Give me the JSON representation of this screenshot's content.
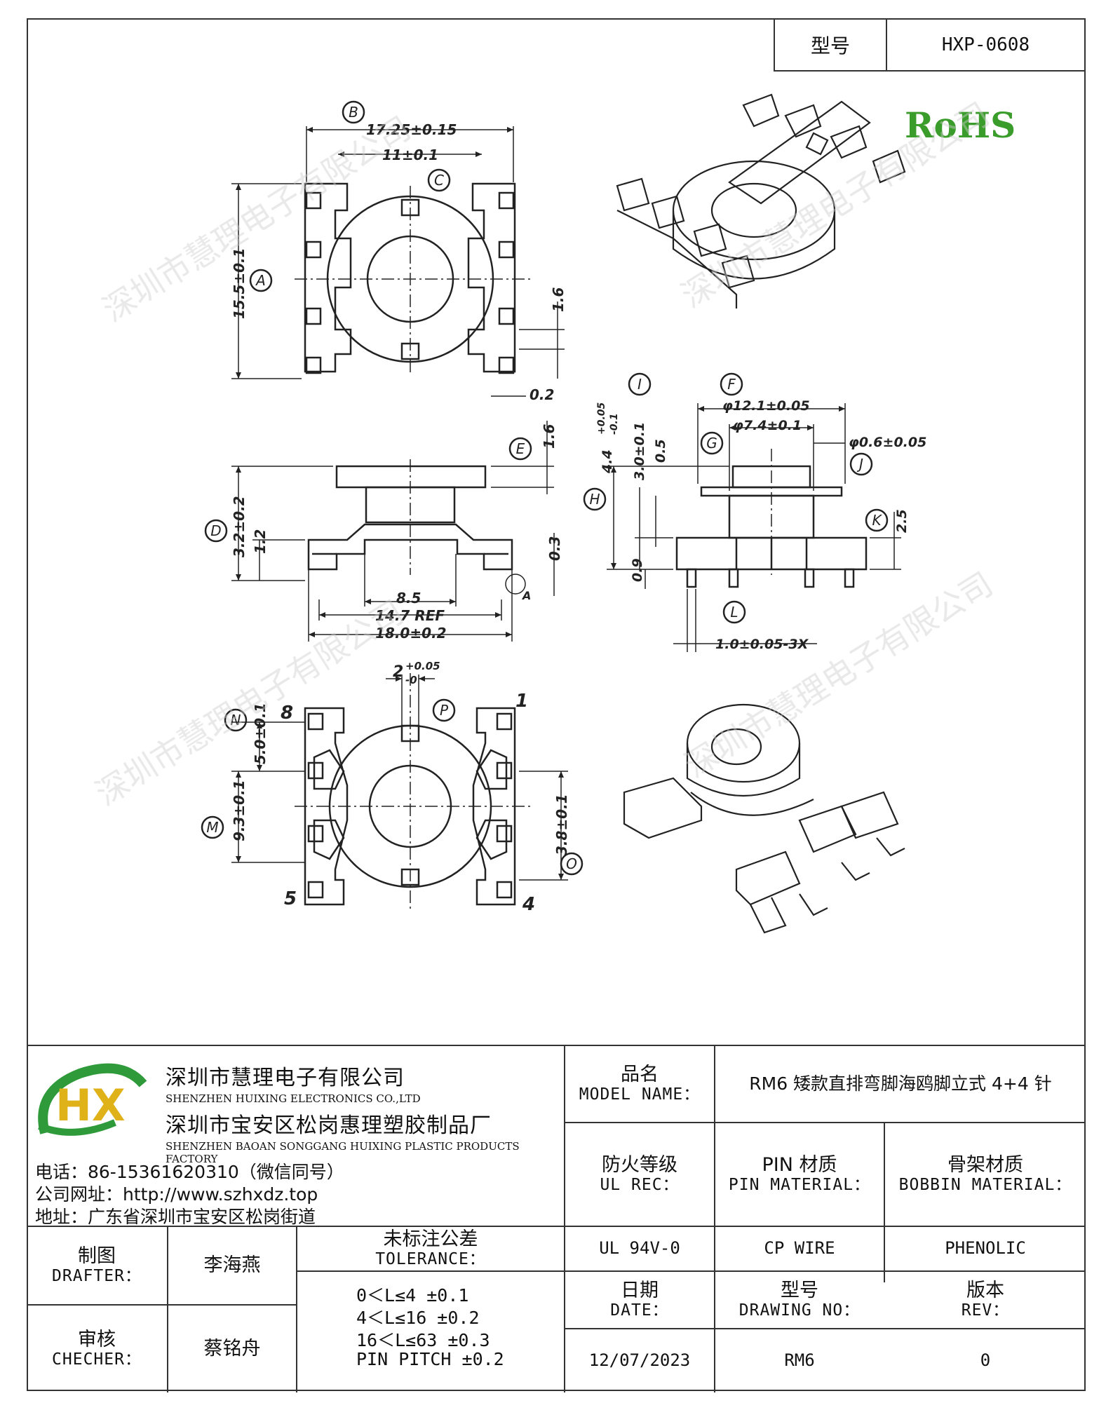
{
  "header": {
    "model_label": "型号",
    "model_value": "HXP-0608"
  },
  "drawing": {
    "rohs": "RoHS",
    "top_view": {
      "dim_B": "17.25±0.15",
      "dim_C": "11±0.1",
      "dim_A": "15.5±0.1",
      "dim_pin_gap": "1.6",
      "dim_pin_off": "0.2",
      "label_A": "A",
      "label_B": "B",
      "label_C": "C"
    },
    "front_view": {
      "dim_E": "1.6",
      "dim_D": "3.2±0.2",
      "dim_12": "1.2",
      "dim_03": "0.3",
      "dim_85": "8.5",
      "dim_ref": "14.7 REF",
      "dim_total": "18.0±0.2",
      "label_D": "D",
      "label_E": "E",
      "detail": "A"
    },
    "side_view": {
      "dim_F": "φ12.1±0.05",
      "dim_G": "φ7.4±0.1",
      "dim_J": "φ0.6±0.05",
      "dim_I_a": "4.4",
      "dim_I_tol_up": "+0.05",
      "dim_I_tol_dn": "-0.1",
      "dim_30": "3.0±0.1",
      "dim_05": "0.5",
      "dim_K": "2.5",
      "dim_09": "0.9",
      "dim_L": "1.0±0.05-3X",
      "label_F": "F",
      "label_G": "G",
      "label_H": "H",
      "label_I": "I",
      "label_J": "J",
      "label_K": "K",
      "label_L": "L"
    },
    "bottom_view": {
      "dim_P": "2",
      "dim_P_tol_up": "+0.05",
      "dim_P_tol_dn": "-0",
      "dim_N": "5.0±0.1",
      "dim_M": "9.3±0.1",
      "dim_O": "3.8±0.1",
      "pin_8": "8",
      "pin_1": "1",
      "pin_5": "5",
      "pin_4": "4",
      "label_M": "M",
      "label_N": "N",
      "label_O": "O",
      "label_P": "P"
    },
    "watermark": "深圳市慧理电子有限公司"
  },
  "title_block": {
    "logo_text": "HX",
    "company_zh": "深圳市慧理电子有限公司",
    "company_en": "SHENZHEN HUIXING ELECTRONICS CO.,LTD",
    "factory_zh": "深圳市宝安区松岗惠理塑胶制品厂",
    "factory_en": "SHENZHEN BAOAN SONGGANG HUIXING PLASTIC PRODUCTS FACTORY",
    "phone": "电话：86-15361620310（微信同号）",
    "website": "公司网址：http://www.szhxdz.top",
    "address": "地址：广东省深圳市宝安区松岗街道",
    "model_name_zh": "品名",
    "model_name_en": "MODEL NAME：",
    "model_name_value": "RM6 矮款直排弯脚海鸥脚立式 4+4 针",
    "ul_zh": "防火等级",
    "ul_en": "UL REC：",
    "pin_mat_zh": "PIN 材质",
    "pin_mat_en": "PIN MATERIAL：",
    "bobbin_mat_zh": "骨架材质",
    "bobbin_mat_en": "BOBBIN MATERIAL：",
    "drafter_zh": "制图",
    "drafter_en": "DRAFTER：",
    "drafter_name": "李海燕",
    "tolerance_zh": "未标注公差",
    "tolerance_en": "TOLERANCE：",
    "ul_value": "UL 94V-0",
    "pin_mat_value": "CP WIRE",
    "bobbin_mat_value": "PHENOLIC",
    "checker_zh": "审核",
    "checker_en": "CHECHER：",
    "checker_name": "蔡铭舟",
    "tol_1": "0＜L≤4   ±0.1",
    "tol_2": "4＜L≤16  ±0.2",
    "tol_3": "16＜L≤63  ±0.3",
    "tol_4": "PIN PITCH  ±0.2",
    "date_zh": "日期",
    "date_en": "DATE：",
    "drawing_no_zh": "型号",
    "drawing_no_en": "DRAWING NO：",
    "rev_zh": "版本",
    "rev_en": "REV：",
    "date_value": "12/07/2023",
    "drawing_no_value": "RM6",
    "rev_value": "0"
  }
}
